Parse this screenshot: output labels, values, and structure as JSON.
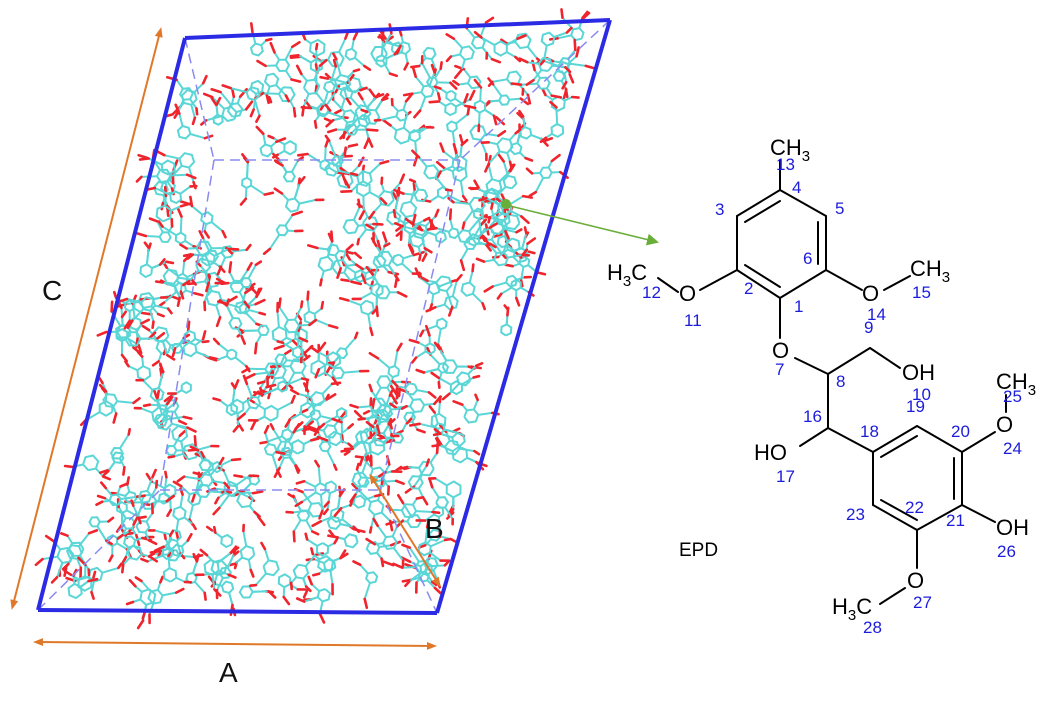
{
  "lattice": {
    "axis_a": "A",
    "axis_b": "B",
    "axis_c": "C",
    "colors": {
      "cell_edge": "#2b2be6",
      "cell_inner": "#8a8af0",
      "arrow": "#e0782a",
      "carbon": "#5ad6d6",
      "oxygen": "#f0242c",
      "pointer": "#6aae3a"
    }
  },
  "molecule": {
    "name": "EPD",
    "atoms": {
      "ch3_top": "CH",
      "ch3_top_sub": "3",
      "h3c_left": "H",
      "h3c_left_sub": "3",
      "h3c_left_c": "C",
      "o_11": "O",
      "o_14": "O",
      "ch3_right": "CH",
      "ch3_right_sub": "3",
      "o_7": "O",
      "oh_10": "OH",
      "ho_17": "HO",
      "o_24": "O",
      "ch3_25": "CH",
      "ch3_25_sub": "3",
      "oh_26": "OH",
      "o_27": "O",
      "h3c_bottom": "H",
      "h3c_bottom_sub": "3",
      "h3c_bottom_c": "C"
    },
    "numbers": {
      "n1": "1",
      "n2": "2",
      "n3": "3",
      "n4": "4",
      "n5": "5",
      "n6": "6",
      "n7": "7",
      "n8": "8",
      "n9": "9",
      "n10": "10",
      "n11": "11",
      "n12": "12",
      "n13": "13",
      "n14": "14",
      "n15": "15",
      "n16": "16",
      "n17": "17",
      "n18": "18",
      "n19": "19",
      "n20": "20",
      "n21": "21",
      "n22": "22",
      "n23": "23",
      "n24": "24",
      "n25": "25",
      "n26": "26",
      "n27": "27",
      "n28": "28"
    }
  }
}
